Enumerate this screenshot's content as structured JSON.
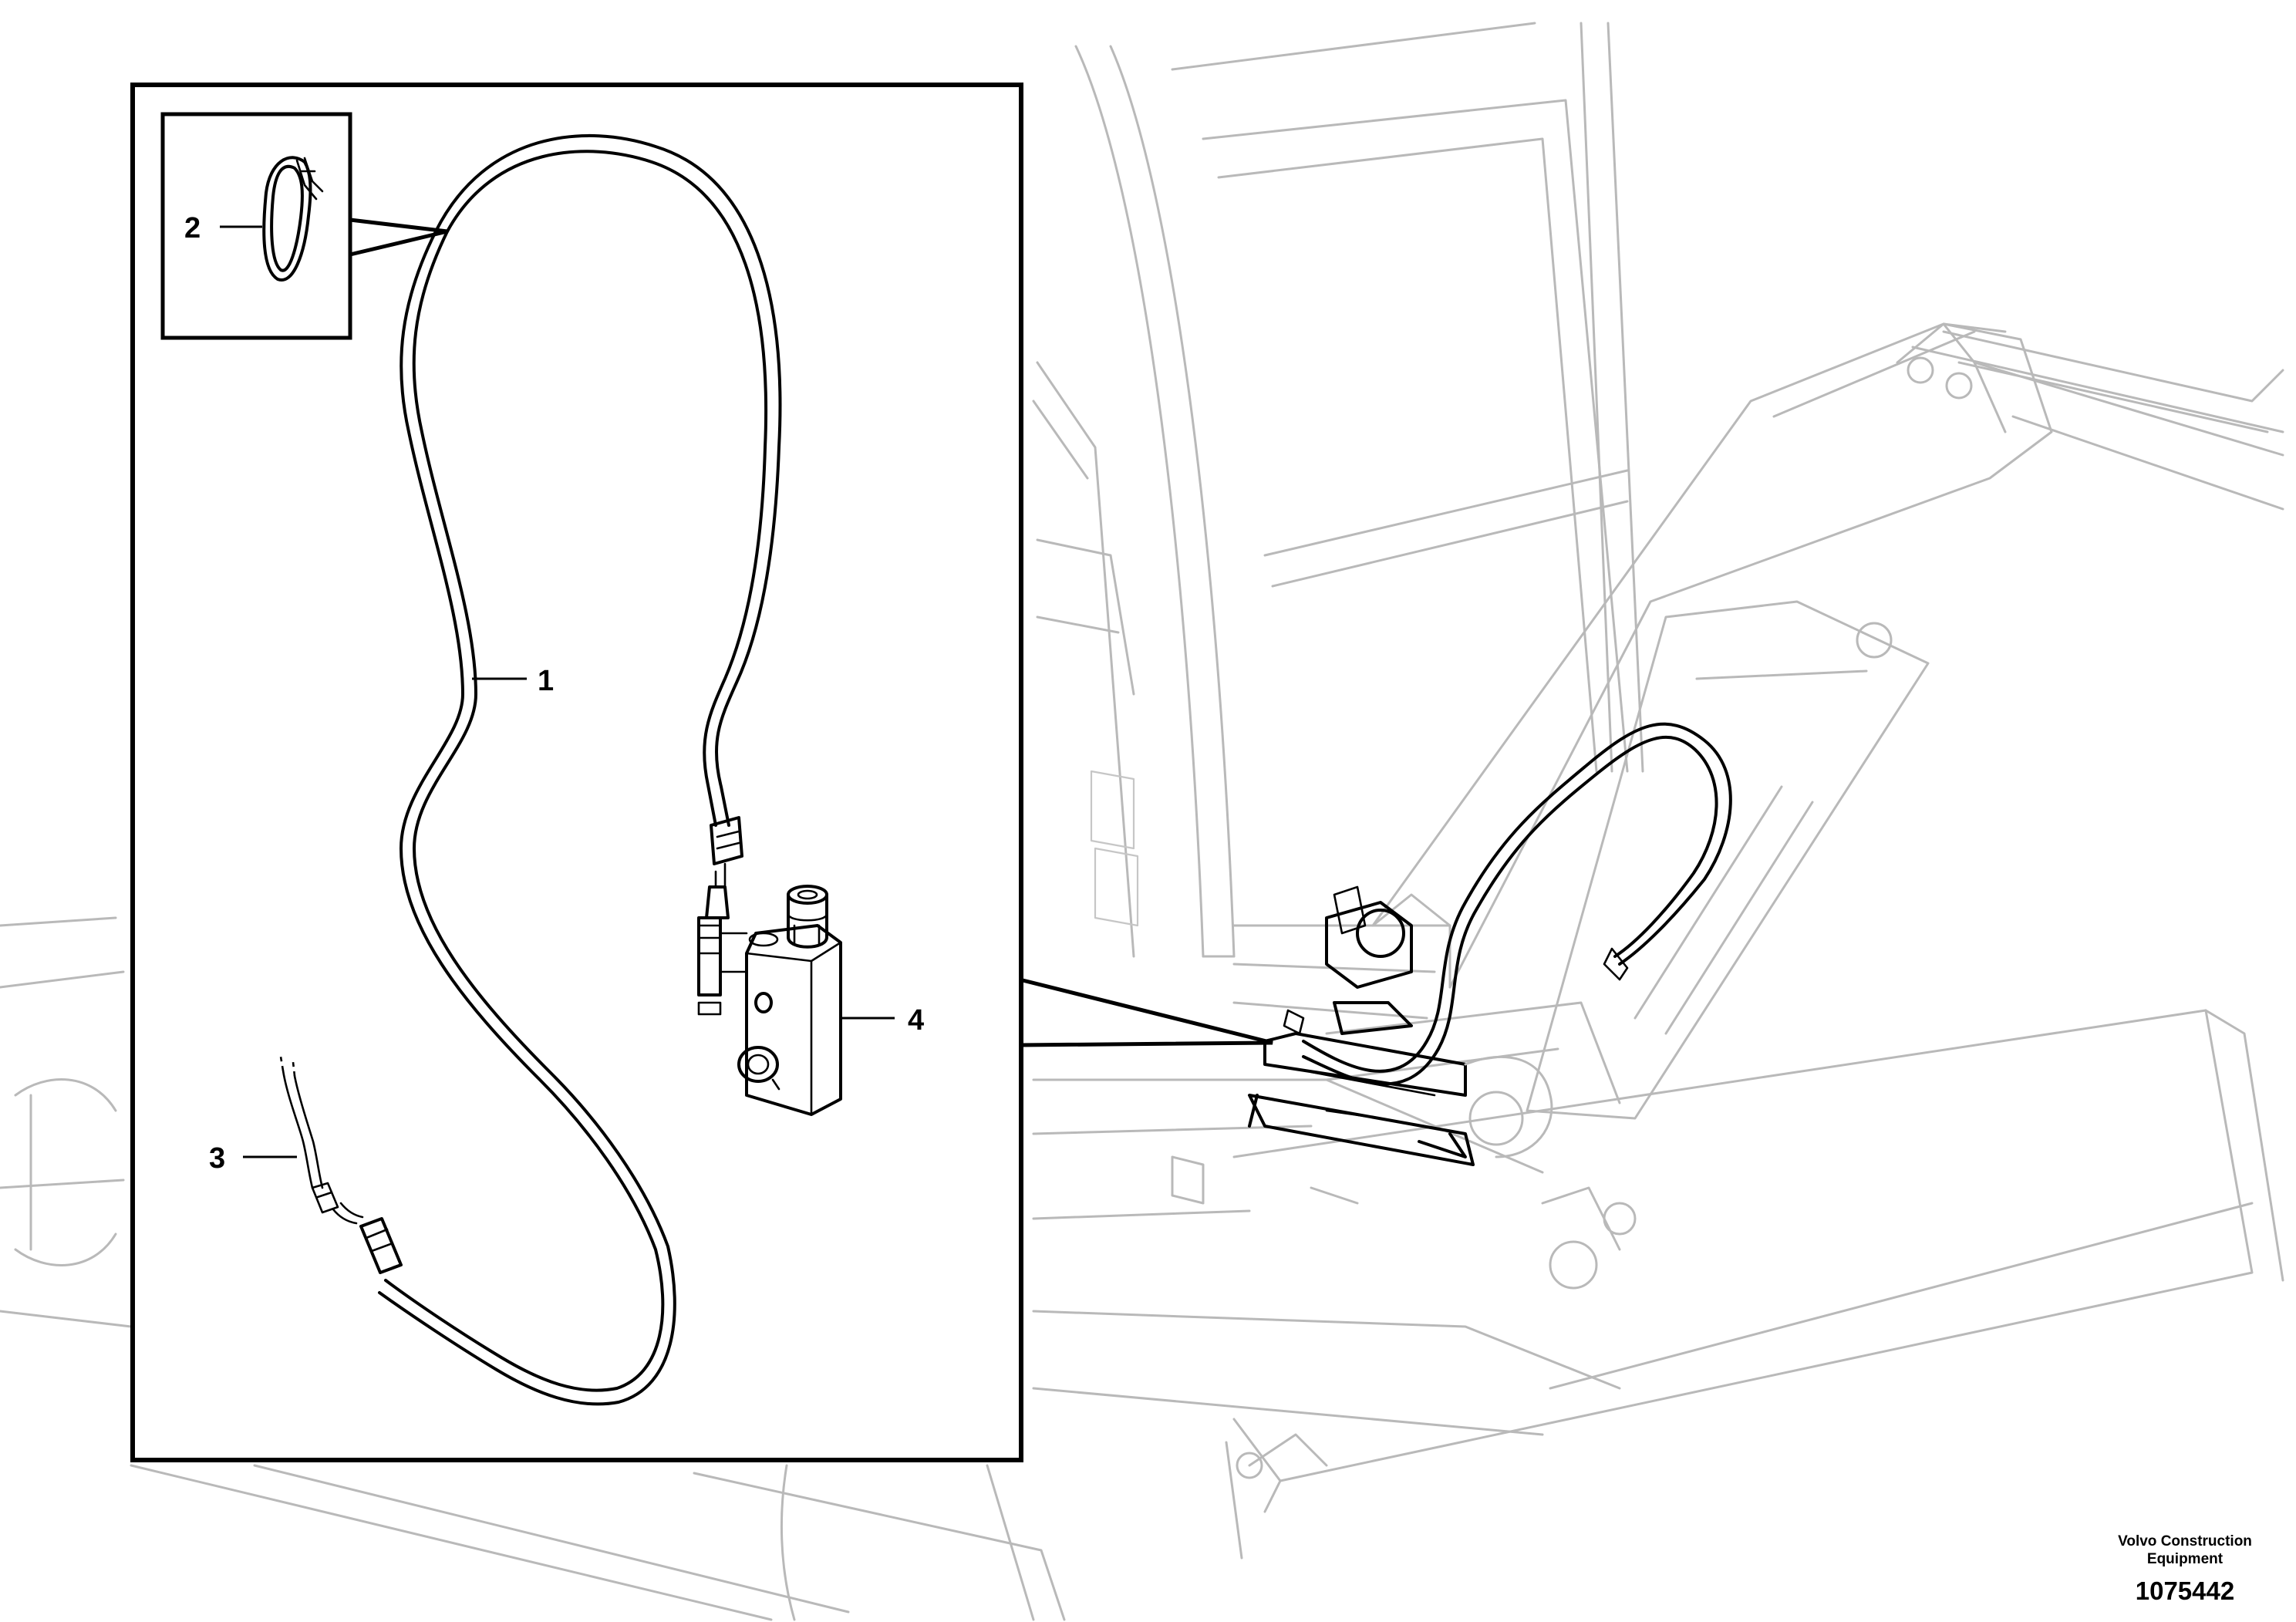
{
  "callouts": [
    {
      "id": "1",
      "label": "1"
    },
    {
      "id": "2",
      "label": "2"
    },
    {
      "id": "3",
      "label": "3"
    },
    {
      "id": "4",
      "label": "4"
    }
  ],
  "credit": {
    "line1": "Volvo Construction",
    "line2": "Equipment"
  },
  "document_number": "1075442"
}
